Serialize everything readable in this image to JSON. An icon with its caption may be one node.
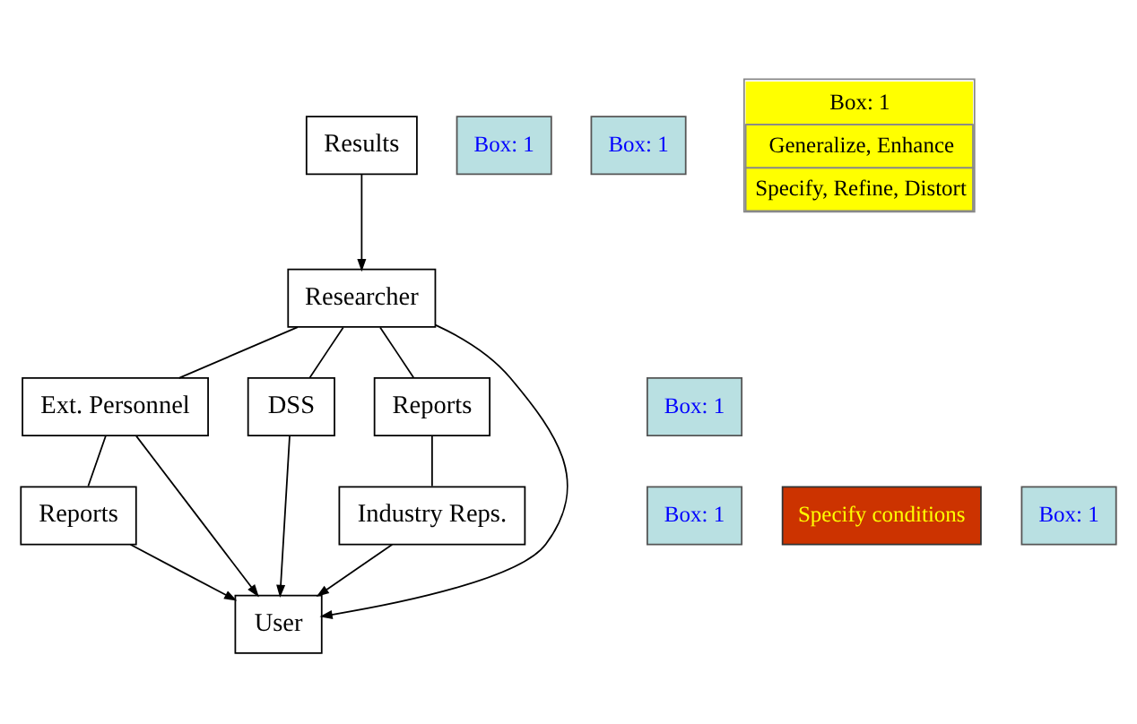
{
  "diagram": {
    "nodes": [
      {
        "text": [
          "Results"
        ]
      },
      {
        "text": [
          "Researcher"
        ]
      },
      {
        "text": [
          "Ext. Personnel"
        ]
      },
      {
        "text": [
          "DSS"
        ]
      },
      {
        "text": [
          "Reports"
        ]
      },
      {
        "text": [
          "Box: 1"
        ]
      },
      {
        "text": [
          "Box: 1"
        ]
      },
      {
        "text": [
          "Specify conditions"
        ]
      },
      {
        "text": [
          "Box: 1"
        ]
      },
      {
        "text": [
          "Industry Reps."
        ]
      },
      {
        "text": [
          "Reports"
        ]
      },
      {
        "text": [
          "Box: 1"
        ]
      },
      {
        "text": [
          "Box: 1"
        ]
      },
      {
        "text": [
          "Box: 1",
          "Generalize, Enhance",
          "Specify, Refine, Distort"
        ]
      },
      {
        "text": [
          "User"
        ]
      }
    ],
    "edges": [
      {
        "from": 0,
        "to": 1,
        "arrow": "to"
      },
      {
        "from": 1,
        "to": 2,
        "arrow": "none"
      },
      {
        "from": 1,
        "to": 14,
        "arrow": "to"
      },
      {
        "from": 1,
        "to": 3,
        "arrow": "none"
      },
      {
        "from": 1,
        "to": 4,
        "arrow": "none"
      },
      {
        "from": 2,
        "to": 10,
        "arrow": "none"
      },
      {
        "from": 2,
        "to": 14,
        "arrow": "to"
      },
      {
        "from": 3,
        "to": 14,
        "arrow": "to"
      },
      {
        "from": 4,
        "to": 9,
        "arrow": "none"
      },
      {
        "from": 10,
        "to": 14,
        "arrow": "to"
      },
      {
        "from": 9,
        "to": 14,
        "arrow": "to"
      }
    ]
  }
}
